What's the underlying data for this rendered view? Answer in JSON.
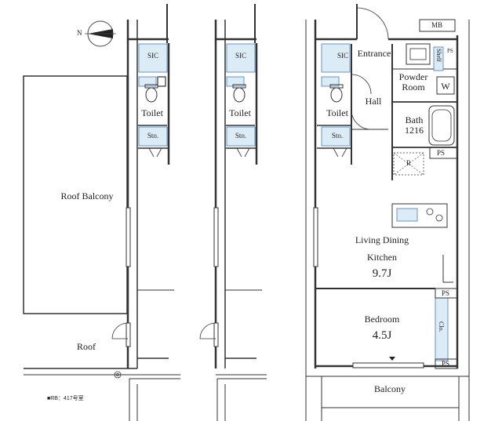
{
  "compass": {
    "label": "N"
  },
  "left_unit": {
    "sic": "SIC",
    "toilet": "Toilet",
    "storage": "Sto.",
    "roof_balcony": "Roof Balcony",
    "roof": "Roof",
    "room_note": "■RB：417号室"
  },
  "middle_unit": {
    "sic": "SIC",
    "toilet": "Toilet",
    "storage": "Sto."
  },
  "right_unit": {
    "mb": "MB",
    "sic": "SIC",
    "entrance": "Entrance",
    "shelf": "Shelf",
    "ps": "PS",
    "powder_room_line1": "Powder",
    "powder_room_line2": "Room",
    "washer": "W",
    "hall": "Hall",
    "toilet": "Toilet",
    "bath_line1": "Bath",
    "bath_line2": "1216",
    "storage": "Sto.",
    "ps_bath": "PS",
    "fridge": "R",
    "ldk_line1": "Living Dining",
    "ldk_line2": "Kitchen",
    "ldk_size": "9.7J",
    "ps_closet_top": "PS",
    "closet": "Clo.",
    "bedroom": "Bedroom",
    "bedroom_size": "4.5J",
    "ps_closet_bottom": "PS",
    "balcony": "Balcony"
  }
}
